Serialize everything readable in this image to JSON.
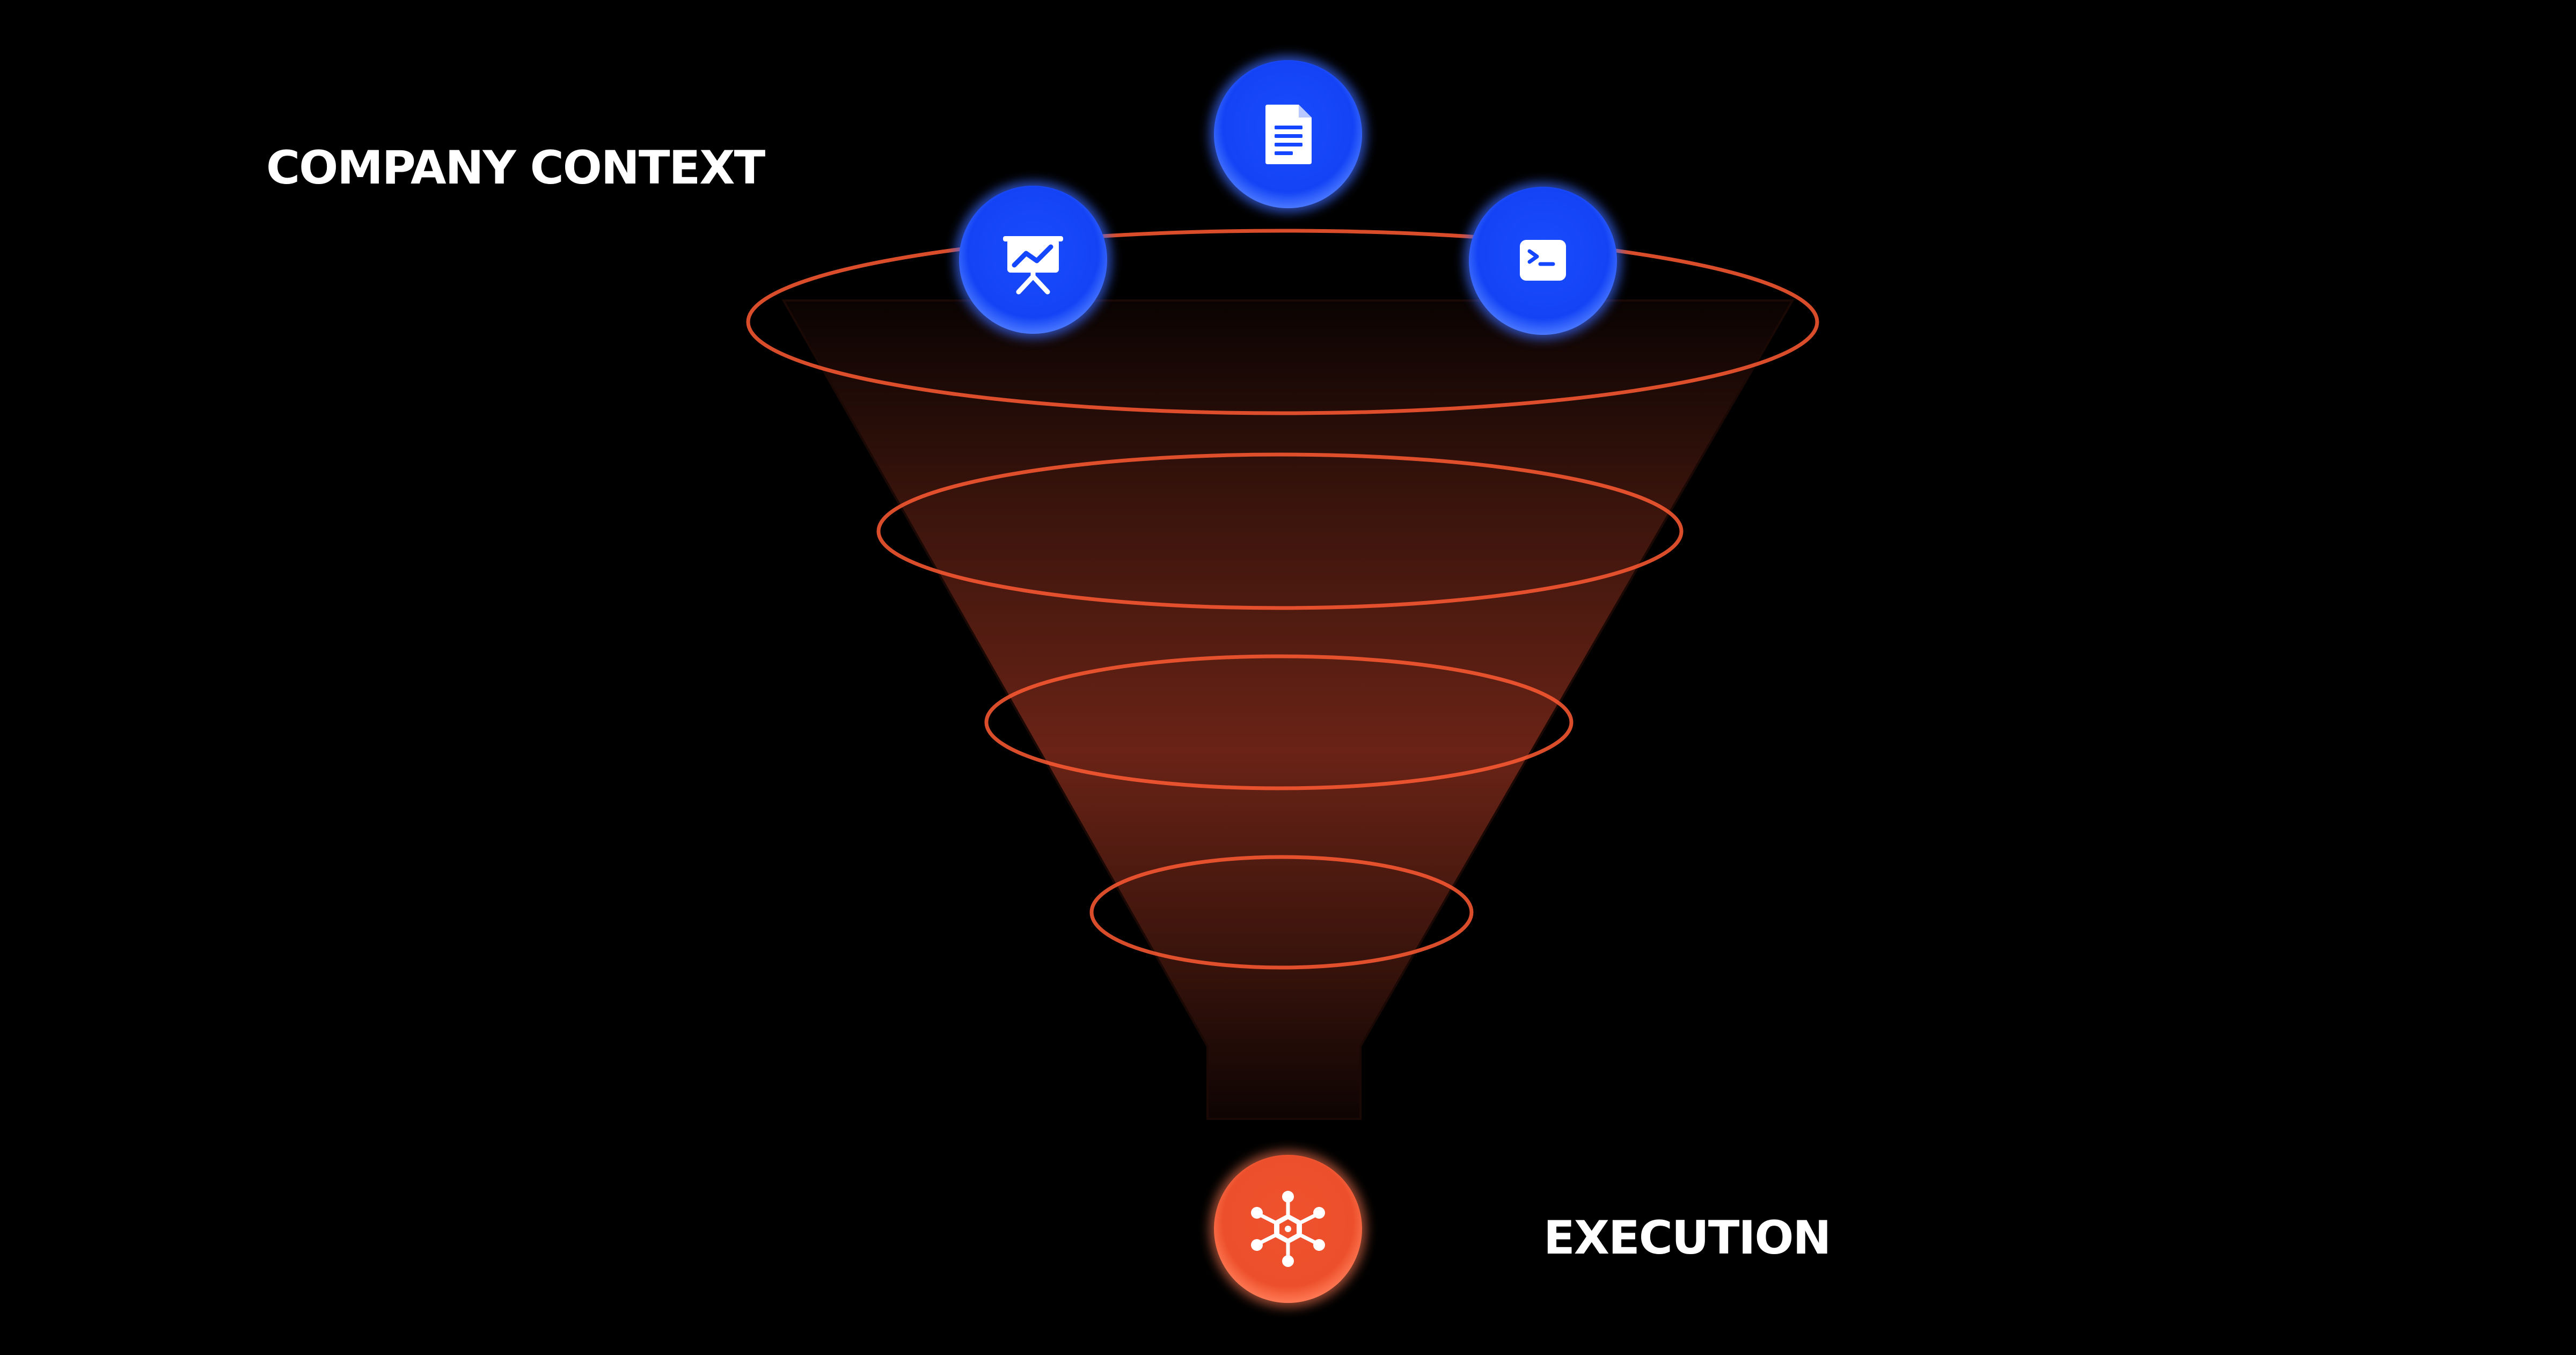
{
  "labels": {
    "top": "COMPANY CONTEXT",
    "bottom": "EXECUTION"
  },
  "colors": {
    "background": "#000000",
    "input_node": "#1447ff",
    "input_node_glow": "#3d6bff",
    "output_node": "#f0522e",
    "ring": "#ff5a33",
    "funnel_fill": "#6a2316",
    "icon": "#ffffff"
  },
  "nodes": {
    "inputs": [
      {
        "icon": "presentation-chart-icon"
      },
      {
        "icon": "document-icon"
      },
      {
        "icon": "terminal-icon"
      }
    ],
    "output": {
      "icon": "network-hub-icon"
    }
  },
  "funnel": {
    "ring_count": 4
  }
}
